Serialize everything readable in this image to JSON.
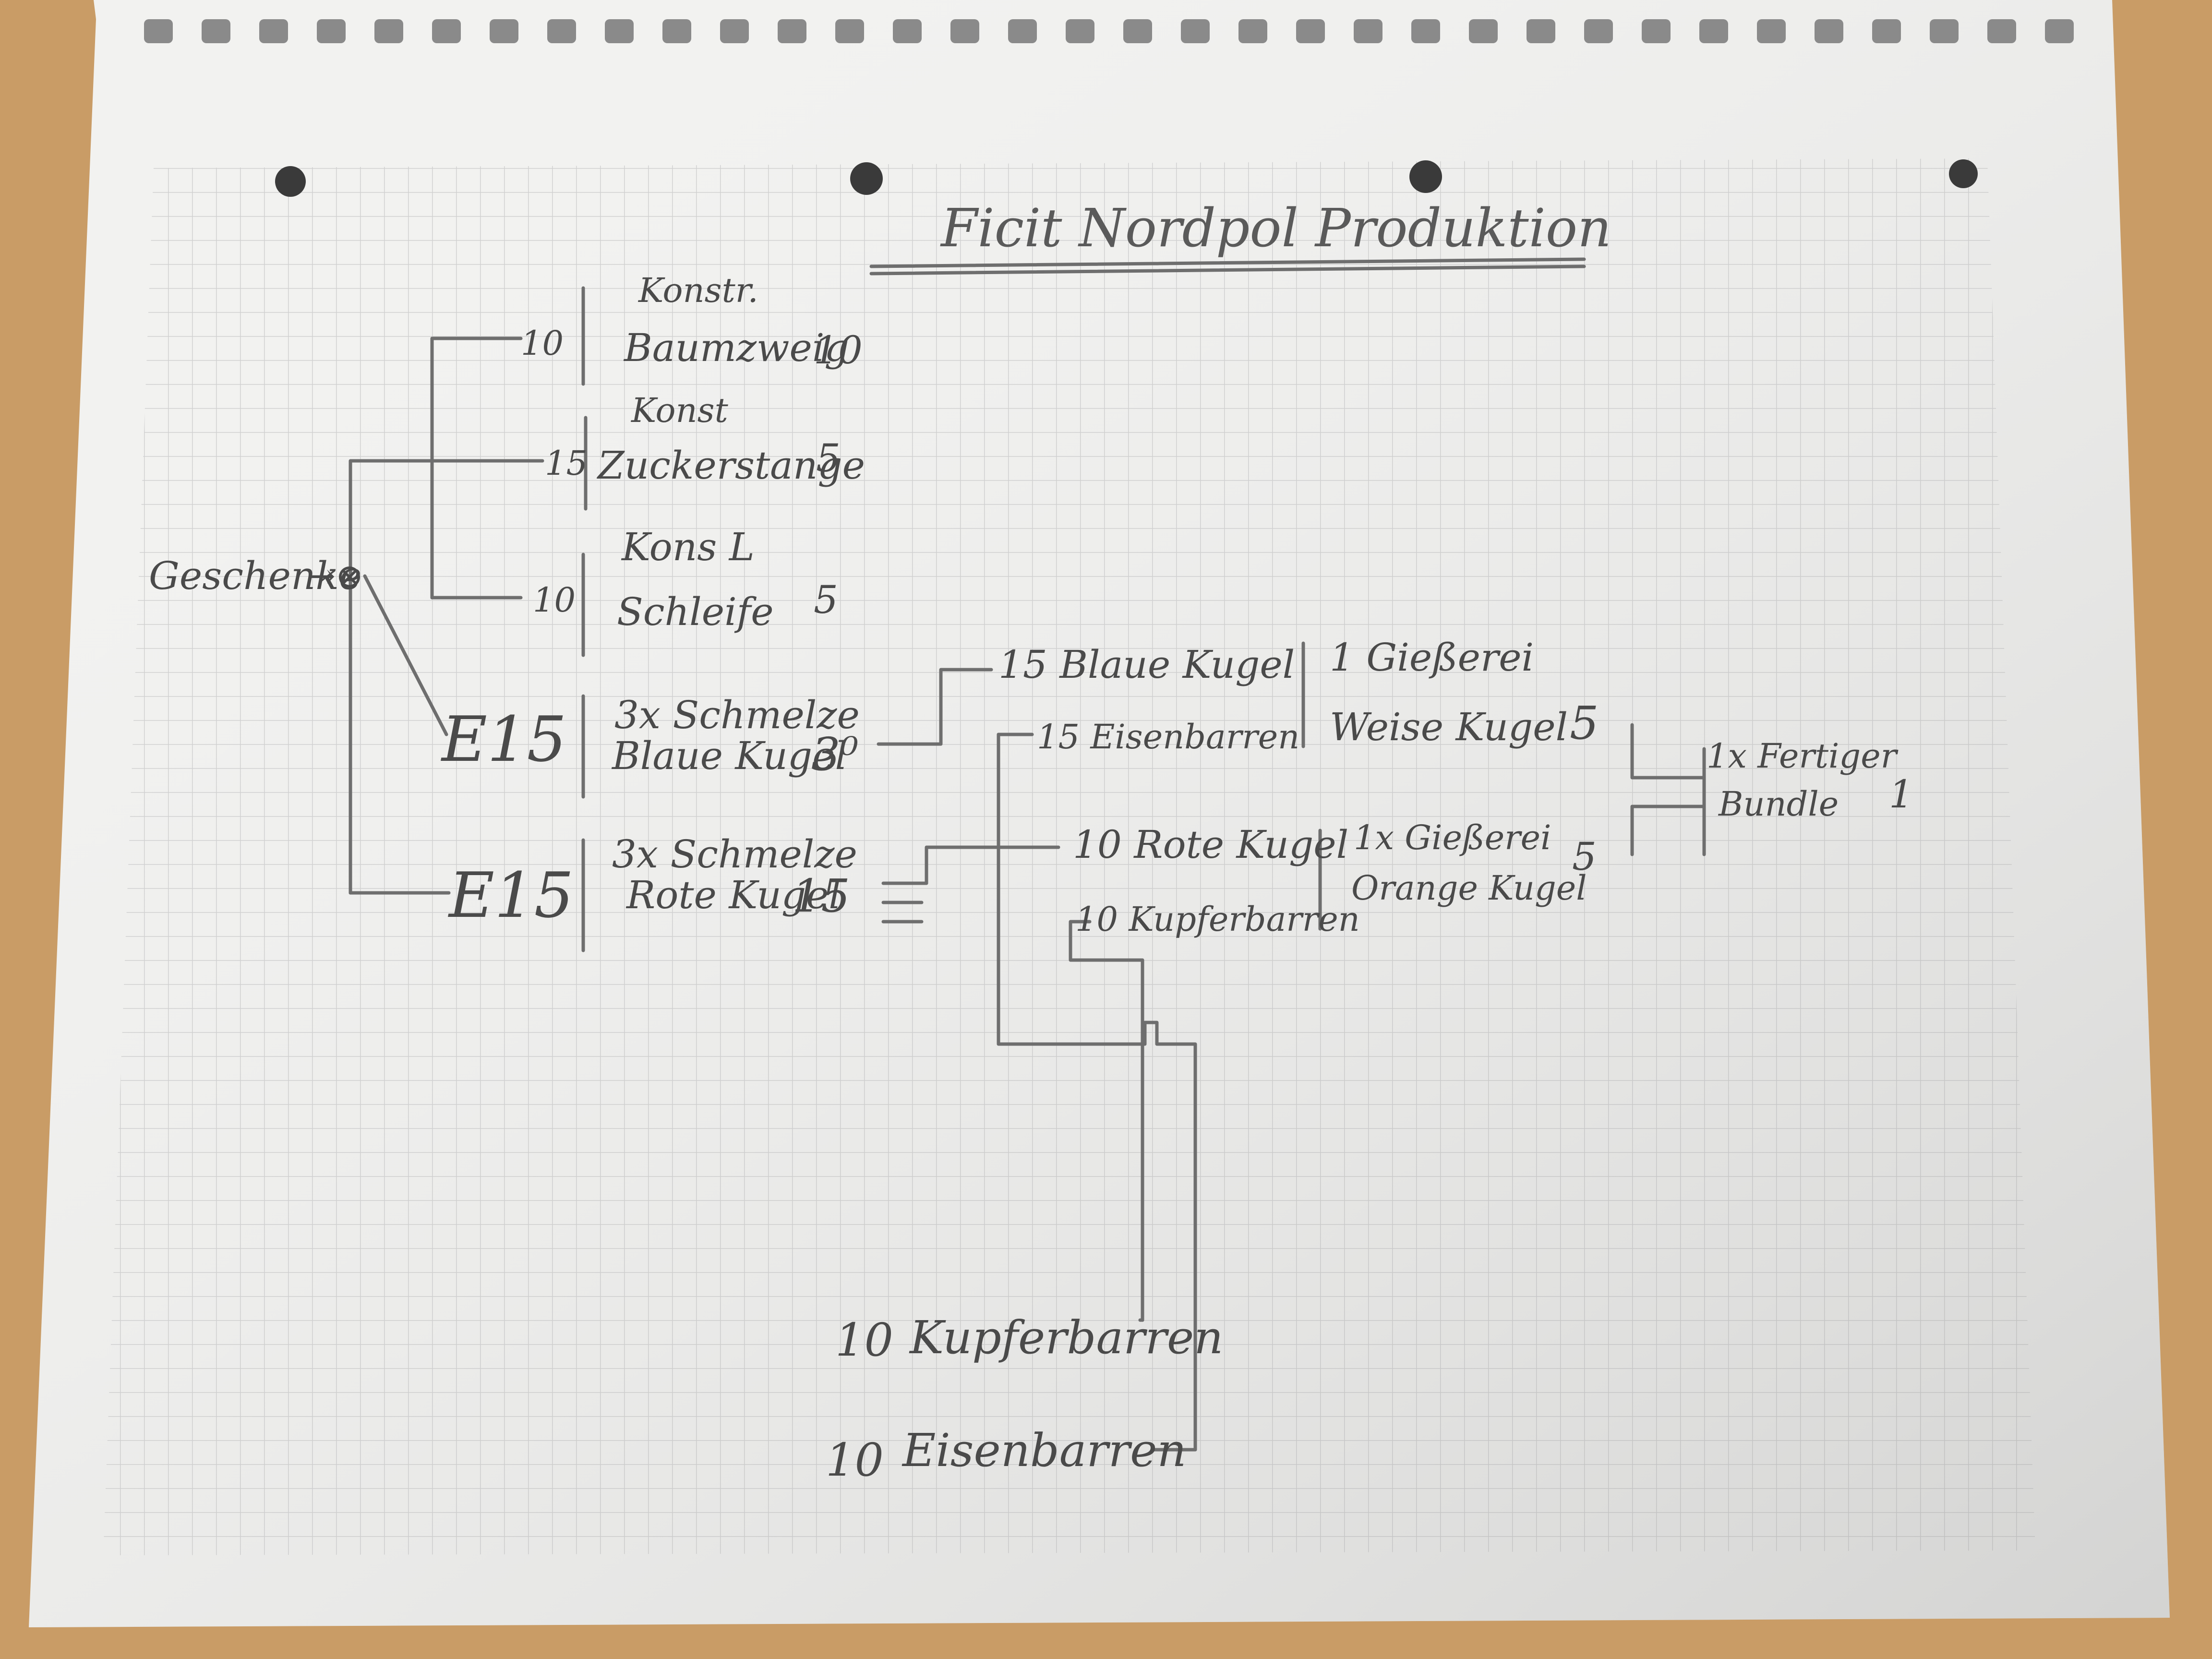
{
  "title": "Ficit Nordpol Produktion",
  "source": "Geschenke",
  "branches": {
    "baumzweig": {
      "header": "Konstr.",
      "qty_in": "10",
      "name": "Baumzweig",
      "qty_out": "10"
    },
    "zuckerstange": {
      "header": "Konst",
      "qty_in": "15",
      "name": "Zuckerstange",
      "qty_out": "5"
    },
    "schleife": {
      "header": "Kons L",
      "qty_in": "10",
      "name": "Schleife",
      "qty_out": "5"
    },
    "blaue_kugel": {
      "qty_in": "E15",
      "line1": "3x Schmelze",
      "line2": "Blaue Kugel",
      "qty_out": "3⁰"
    },
    "rote_kugel": {
      "qty_in": "E15",
      "line1": "3x Schmelze",
      "line2": "Rote Kugel",
      "qty_out": "15"
    }
  },
  "giesserei_1": {
    "input1": "15 Blaue Kugel",
    "input2": "15 Eisenbarren",
    "line1": "1 Gießerei",
    "line2": "Weise Kugel",
    "qty_out": "5"
  },
  "giesserei_2": {
    "input1": "10 Rote Kugel",
    "input2": "10 Kupferbarren",
    "line1": "1x Gießerei",
    "line2": "Orange Kugel",
    "qty_out": "5"
  },
  "fertiger": {
    "line1": "1x Fertiger",
    "line2": "Bundle",
    "qty_out": "1"
  },
  "raw": {
    "kupfer": {
      "qty": "10",
      "name": "Kupferbarren"
    },
    "eisen": {
      "qty": "10",
      "name": "Eisenbarren"
    }
  }
}
